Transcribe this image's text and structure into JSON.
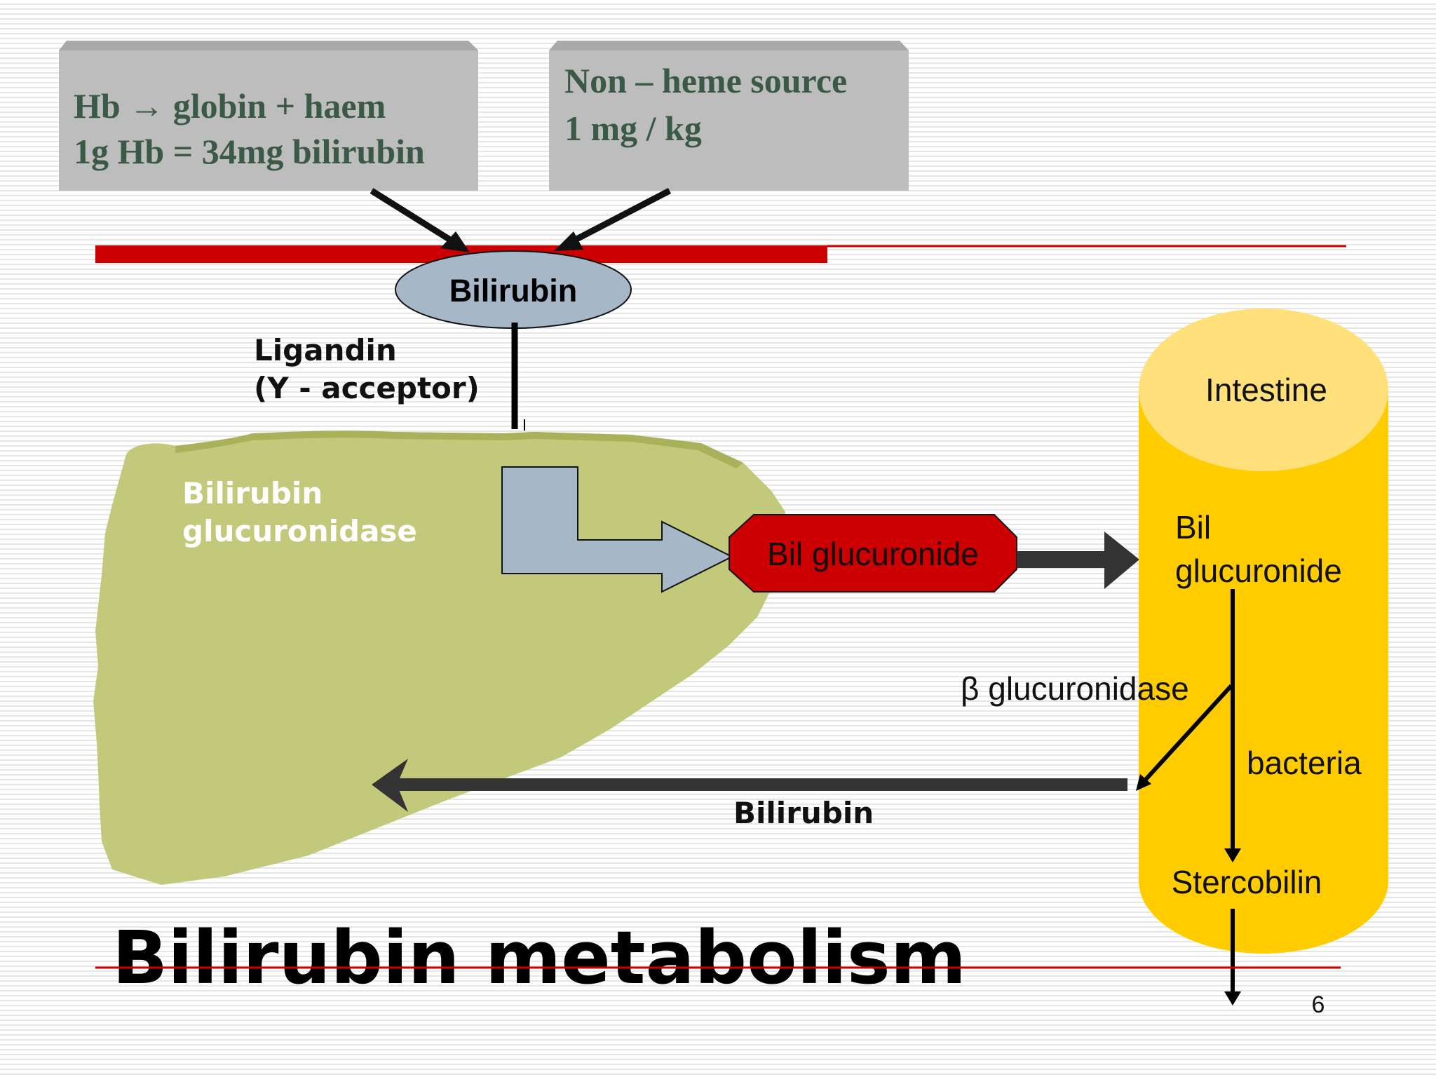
{
  "source_boxes": [
    {
      "line1": "Hb → globin + haem",
      "line2": "1g Hb = 34mg bilirubin"
    },
    {
      "line1": "Non – heme source",
      "line2": "1 mg / kg"
    }
  ],
  "nodes": {
    "bilirubin_top": "Bilirubin",
    "ligandin_line1": "Ligandin",
    "ligandin_line2": "(Y - acceptor)",
    "liver_label_line1": "Bilirubin",
    "liver_label_line2": "glucuronidase",
    "bil_glucuronide": "Bil glucuronide",
    "intestine": "Intestine",
    "intestine_bil_line1": "Bil",
    "intestine_bil_line2": "glucuronide",
    "beta_glucuronidase": "β glucuronidase",
    "bacteria": "bacteria",
    "bilirubin_return": "Bilirubin",
    "stercobilin": "Stercobilin"
  },
  "title": "Bilirubin metabolism",
  "slide_number": "6",
  "colors": {
    "accent_red": "#cc0000",
    "box_gray": "#bfbfbf",
    "liver_green": "#c3c97a",
    "bilirubin_oval": "#a6b7c8",
    "bil_glucuronide_fill": "#cc0000",
    "intestine_yellow": "#ffcc00",
    "intestine_top": "#ffe07a",
    "serif_text": "#3b5a45"
  }
}
